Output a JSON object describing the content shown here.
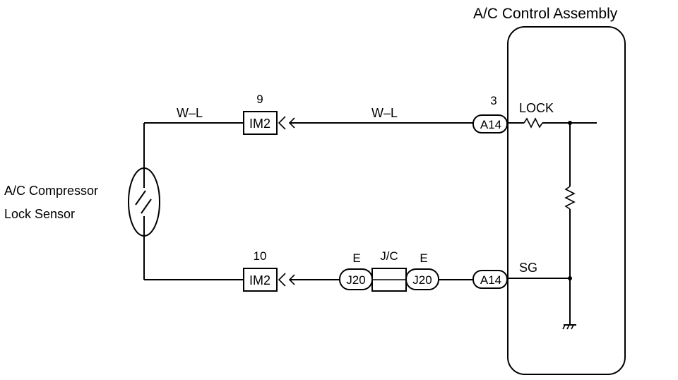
{
  "assembly": {
    "title": "A/C Control Assembly",
    "lock_label": "LOCK",
    "sg_label": "SG"
  },
  "sensor": {
    "line1": "A/C Compressor",
    "line2": "Lock Sensor"
  },
  "wires": {
    "upper_left": "W–L",
    "upper_right": "W–L"
  },
  "connectors": {
    "im2_upper": {
      "label": "IM2",
      "pin": "9"
    },
    "im2_lower": {
      "label": "IM2",
      "pin": "10"
    },
    "a14_upper": {
      "label": "A14",
      "pin": "3"
    },
    "a14_lower": {
      "label": "A14"
    },
    "j20_left": {
      "label": "J20",
      "pin": "E"
    },
    "j20_right": {
      "label": "J20",
      "pin": "E"
    }
  },
  "junction": {
    "label": "J/C"
  }
}
